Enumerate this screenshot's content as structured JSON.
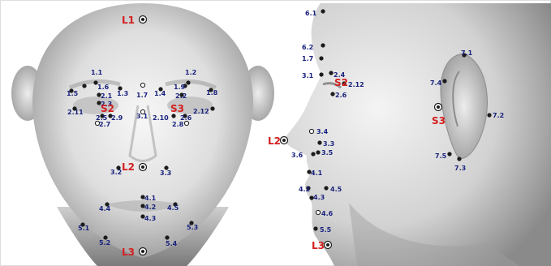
{
  "colors": {
    "background": "#ffffff",
    "skin_light": "#f2f2f2",
    "skin_mid": "#c9c9c9",
    "skin_dark": "#7d7d7d",
    "point": "#1b1b1b",
    "blue_label": "#1a237e",
    "red_label": "#d32020"
  },
  "frontal": {
    "red_labels": [
      {
        "id": "L1",
        "text": "L1"
      },
      {
        "id": "L2",
        "text": "L2"
      },
      {
        "id": "L3",
        "text": "L3"
      },
      {
        "id": "S2",
        "text": "S2"
      },
      {
        "id": "S3",
        "text": "S3"
      }
    ],
    "points": [
      {
        "id": "1.1",
        "text": "1.1"
      },
      {
        "id": "1.2",
        "text": "1.2"
      },
      {
        "id": "1.5",
        "text": "1.5"
      },
      {
        "id": "1.6",
        "text": "1.6"
      },
      {
        "id": "1.3",
        "text": "1.3"
      },
      {
        "id": "1.7",
        "text": "1.7"
      },
      {
        "id": "1.4",
        "text": "1.4"
      },
      {
        "id": "1.9",
        "text": "1.9"
      },
      {
        "id": "1.8",
        "text": "1.8"
      },
      {
        "id": "2.1",
        "text": "2.1"
      },
      {
        "id": "2.2",
        "text": "2.2"
      },
      {
        "id": "2.11",
        "text": "2.11"
      },
      {
        "id": "2.12",
        "text": "2.12"
      },
      {
        "id": "2.3",
        "text": "2.3"
      },
      {
        "id": "2.5",
        "text": "2.5"
      },
      {
        "id": "2.9",
        "text": "2.9"
      },
      {
        "id": "2.10",
        "text": "2.10"
      },
      {
        "id": "2.6",
        "text": "2.6"
      },
      {
        "id": "3.1",
        "text": "3.1"
      },
      {
        "id": "2.7",
        "text": "2.7"
      },
      {
        "id": "2.8",
        "text": "2.8"
      },
      {
        "id": "3.2",
        "text": "3.2"
      },
      {
        "id": "3.3",
        "text": "3.3"
      },
      {
        "id": "4.1",
        "text": "4.1"
      },
      {
        "id": "4.4",
        "text": "4.4"
      },
      {
        "id": "4.2",
        "text": "4.2"
      },
      {
        "id": "4.5",
        "text": "4.5"
      },
      {
        "id": "4.3",
        "text": "4.3"
      },
      {
        "id": "5.1",
        "text": "5.1"
      },
      {
        "id": "5.3",
        "text": "5.3"
      },
      {
        "id": "5.2",
        "text": "5.2"
      },
      {
        "id": "5.4",
        "text": "5.4"
      }
    ]
  },
  "profile": {
    "red_labels": [
      {
        "id": "S2",
        "text": "S2"
      },
      {
        "id": "S3",
        "text": "S3"
      },
      {
        "id": "L2",
        "text": "L2"
      },
      {
        "id": "L3",
        "text": "L3"
      }
    ],
    "points": [
      {
        "id": "6.1",
        "text": "6.1"
      },
      {
        "id": "6.2",
        "text": "6.2"
      },
      {
        "id": "1.7",
        "text": "1.7"
      },
      {
        "id": "3.1",
        "text": "3.1"
      },
      {
        "id": "2.4",
        "text": "2.4"
      },
      {
        "id": "2.12",
        "text": "2.12"
      },
      {
        "id": "2.6",
        "text": "2.6"
      },
      {
        "id": "3.4",
        "text": "3.4"
      },
      {
        "id": "3.3",
        "text": "3.3"
      },
      {
        "id": "3.6",
        "text": "3.6"
      },
      {
        "id": "3.5",
        "text": "3.5"
      },
      {
        "id": "4.1",
        "text": "4.1"
      },
      {
        "id": "4.2",
        "text": "4.2"
      },
      {
        "id": "4.5",
        "text": "4.5"
      },
      {
        "id": "4.3",
        "text": "4.3"
      },
      {
        "id": "4.6",
        "text": "4.6"
      },
      {
        "id": "5.5",
        "text": "5.5"
      },
      {
        "id": "7.1",
        "text": "7.1"
      },
      {
        "id": "7.4",
        "text": "7.4"
      },
      {
        "id": "7.2",
        "text": "7.2"
      },
      {
        "id": "7.5",
        "text": "7.5"
      },
      {
        "id": "7.3",
        "text": "7.3"
      }
    ]
  }
}
